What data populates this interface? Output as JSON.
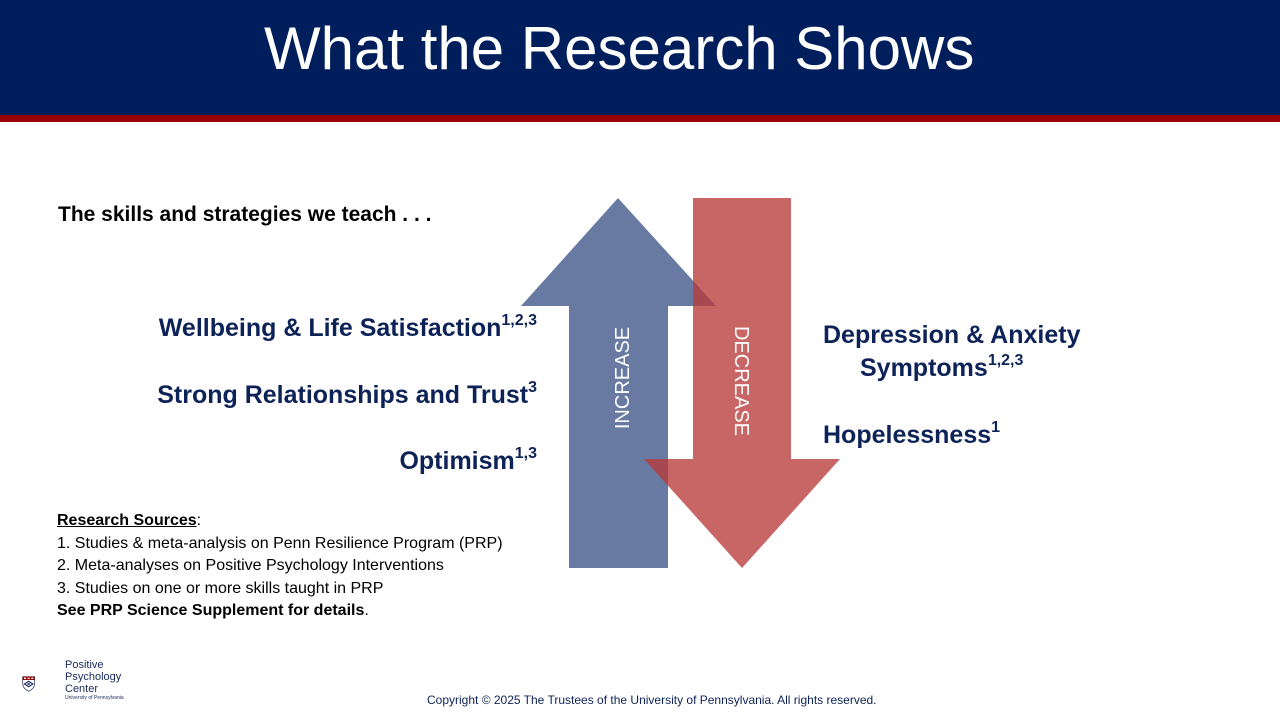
{
  "title": "What the Research Shows",
  "intro": "The skills and strategies we teach . . .",
  "increase": {
    "label": "INCREASE",
    "items": [
      {
        "text": "Wellbeing & Life Satisfaction",
        "refs": "1,2,3"
      },
      {
        "text": "Strong Relationships and Trust",
        "refs": "3"
      },
      {
        "text": "Optimism",
        "refs": "1,3"
      }
    ]
  },
  "decrease": {
    "label": "DECREASE",
    "items": [
      {
        "line1": "Depression & Anxiety",
        "line2": "Symptoms",
        "refs": "1,2,3"
      },
      {
        "text": "Hopelessness",
        "refs": "1"
      }
    ]
  },
  "sources": {
    "heading": "Research Sources",
    "colon": ":",
    "items": [
      "1. Studies & meta-analysis on Penn Resilience Program (PRP)",
      "2. Meta-analyses on Positive Psychology Interventions",
      "3. Studies on one or more skills taught in PRP"
    ],
    "note": "See PRP Science Supplement for details",
    "note_end": "."
  },
  "logo": {
    "line1": "Positive",
    "line2": "Psychology",
    "line3": "Center",
    "line4": "University of Pennsylvania"
  },
  "copyright": "Copyright © 2025 The Trustees of the University of Pennsylvania.  All rights reserved.",
  "colors": {
    "header": "#001e5c",
    "stripe": "#990000",
    "increase_arrow": "#3d5488",
    "decrease_arrow": "#b83a3a",
    "text_navy": "#0d2257"
  }
}
